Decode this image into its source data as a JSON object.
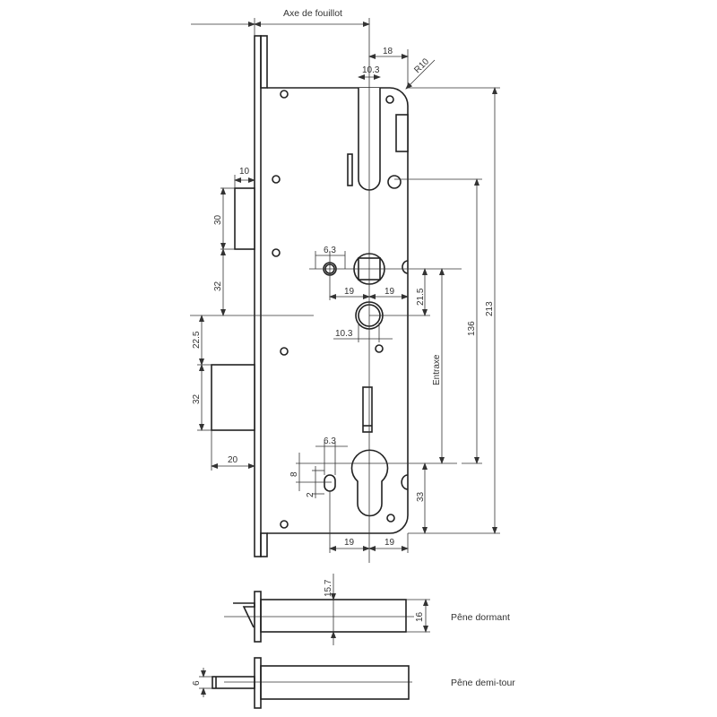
{
  "title": "Serrure à mortaiser - cotes",
  "dimensions": {
    "axe_de_fouillot": "Axe de fouillot",
    "d18": "18",
    "d10_3_top": "10.3",
    "r10": "R10",
    "d213": "213",
    "d136": "136",
    "entraxe": "Entraxe",
    "d21_5": "21.5",
    "d33": "33",
    "d10": "10",
    "d30": "30",
    "d32_upper": "32",
    "d22_5": "22.5",
    "d32_lower": "32",
    "d20": "20",
    "d6_3_upper": "6.3",
    "d19_upper_left": "19",
    "d19_upper_right": "19",
    "d10_3_mid": "10.3",
    "d6_3_lower": "6.3",
    "d8": "8",
    "d2": "2",
    "d19_lower_left": "19",
    "d19_lower_right": "19"
  },
  "bolts": {
    "dormant": {
      "label": "Pêne dormant",
      "d15_7": "15.7",
      "d16": "16"
    },
    "demi_tour": {
      "label": "Pêne demi-tour",
      "d6": "6"
    }
  }
}
